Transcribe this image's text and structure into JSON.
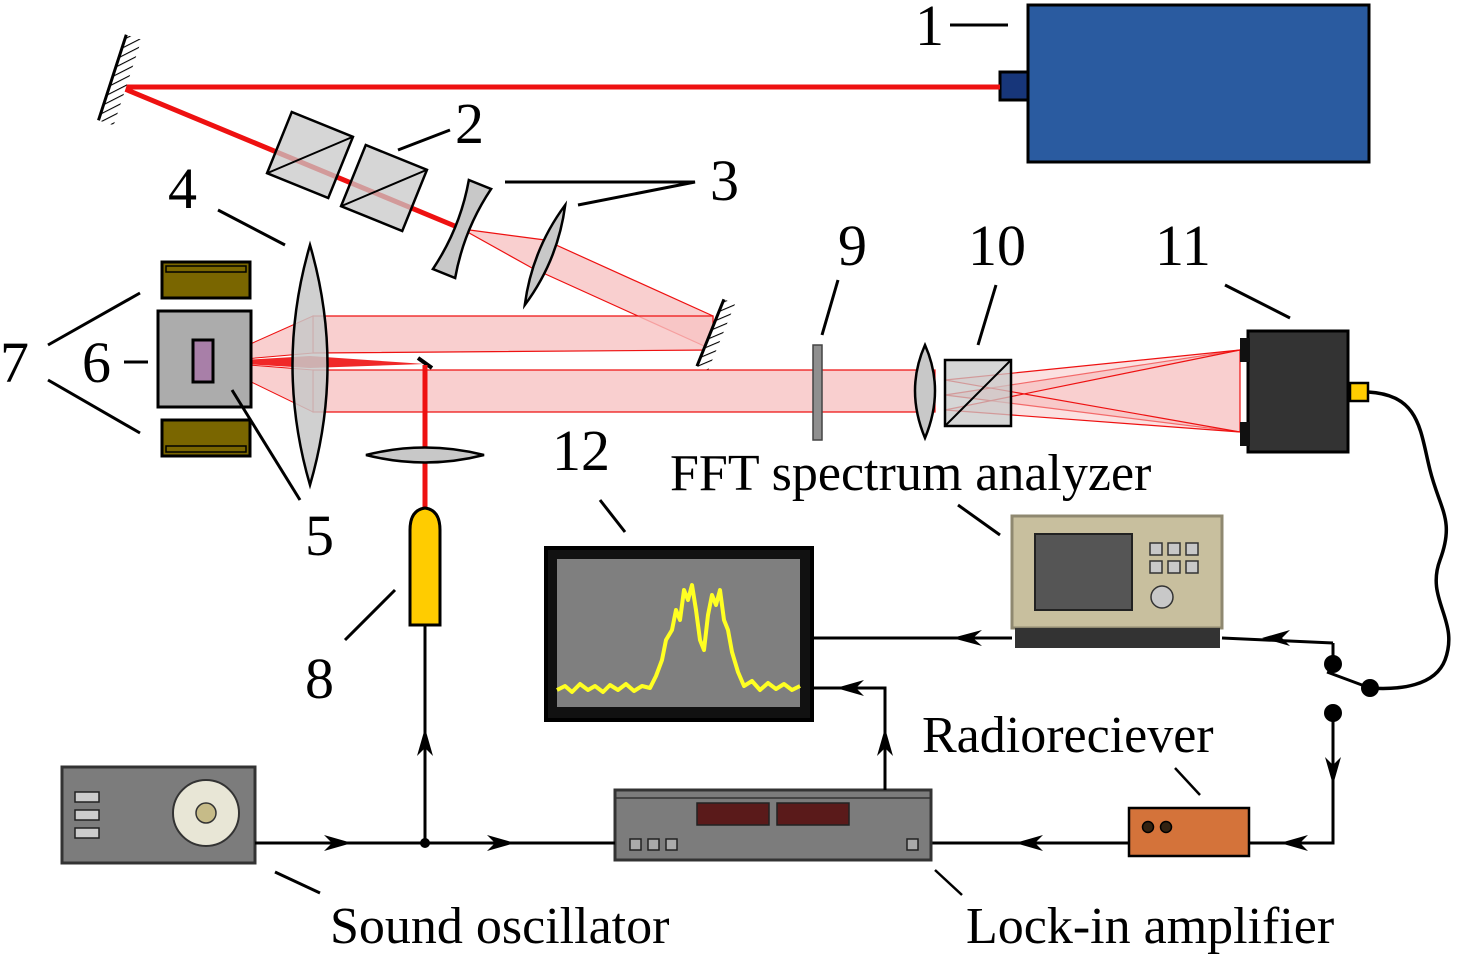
{
  "labels": {
    "n1": "1",
    "n2": "2",
    "n3": "3",
    "n4": "4",
    "n5": "5",
    "n6": "6",
    "n7": "7",
    "n8": "8",
    "n9": "9",
    "n10": "10",
    "n11": "11",
    "n12": "12"
  },
  "text": {
    "fft": "FFT spectrum analyzer",
    "radio": "Radioreciever",
    "sound": "Sound oscillator",
    "lockin": "Lock-in amplifier"
  },
  "colors": {
    "laser_box": "#2a5ba0",
    "laser_beam": "#ee1111",
    "beam_fill": "#f7c3c3",
    "probe_laser": "#ffcc00",
    "magnet": "#7a6600",
    "detector": "#333333",
    "monitor_screen": "#7f7f7f",
    "signal_trace": "#ffff22",
    "fft_analyzer": "#c8bf9e",
    "radio_receiver": "#d4733a",
    "instrument_gray": "#7c7c7c"
  }
}
